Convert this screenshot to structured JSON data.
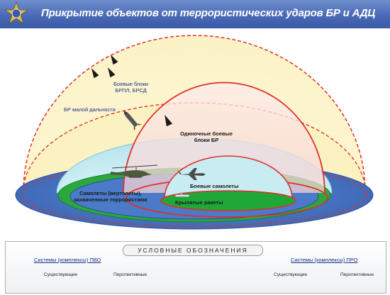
{
  "header": {
    "title": "Прикрытие объектов от террористических ударов БР и АДЦ"
  },
  "diagram": {
    "labels": {
      "warheads_brpl": "Боевые блоки\nБРПЛ, БРСД",
      "short_range_br": "БР малой дальности",
      "single_warheads": "Одиночные боевые\nблоки БР",
      "combat_aircraft": "Боевые самолеты",
      "hijacked_aircraft": "Самолеты (вертолеты),\nзахваченные террористами",
      "cruise_missiles": "Крылатые ракеты"
    }
  },
  "legend": {
    "title": "УСЛОВНЫЕ ОБОЗНАЧЕНИЯ",
    "pvo": {
      "heading": "Системы (комплексы) ПВО",
      "existing": "Существующие",
      "prospective": "Перспективные"
    },
    "pro": {
      "heading": "Системы (комплексы) ПРО",
      "existing": "Существующие",
      "prospective": "Перспективные"
    }
  },
  "colors": {
    "header_blue": "#4a6ab6",
    "pro_dome_red": "#e0302a",
    "pvo_ground_blue": "#4a78c8",
    "pvo_ground_green": "#1fa838",
    "dome_cyan": "#c8ecf2",
    "dome_yellow": "#fdf5cc"
  }
}
